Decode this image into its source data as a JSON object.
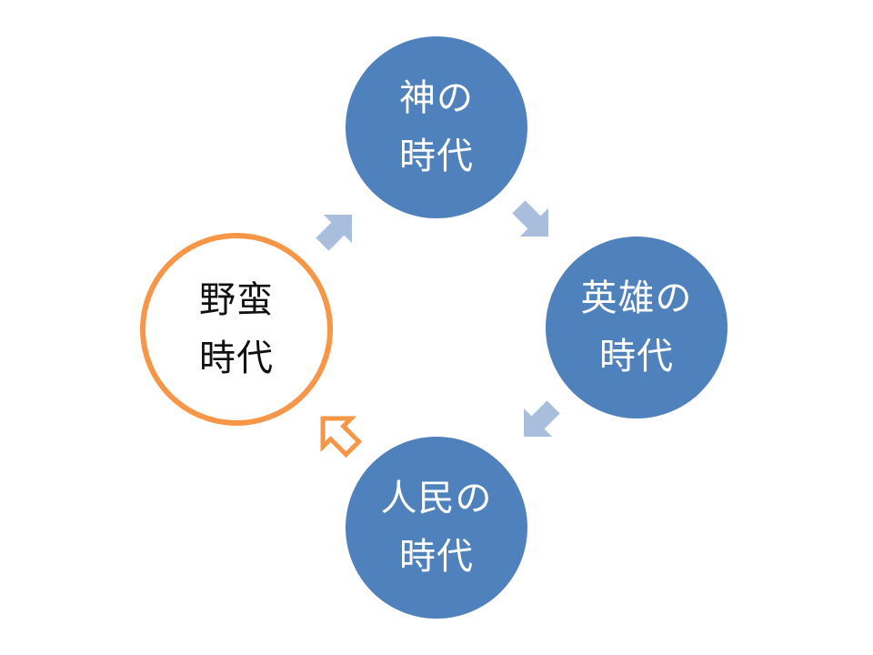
{
  "colors": {
    "node_fill": "#4f81bd",
    "node_text_on_fill": "#ffffff",
    "highlight_outline": "#f79646",
    "highlight_text": "#111111",
    "connector_arrow": "#a9bddc",
    "highlight_arrow": "#f79646"
  },
  "nodes": {
    "gods": {
      "line1": "神の",
      "line2": "時代"
    },
    "heroes": {
      "line1": "英雄の",
      "line2": "時代"
    },
    "people": {
      "line1": "人民の",
      "line2": "時代"
    },
    "barbarism": {
      "line1": "野蛮",
      "line2": "時代"
    }
  },
  "arrows": [
    {
      "from": "barbarism",
      "to": "gods",
      "style": "plain"
    },
    {
      "from": "gods",
      "to": "heroes",
      "style": "plain"
    },
    {
      "from": "heroes",
      "to": "people",
      "style": "plain"
    },
    {
      "from": "people",
      "to": "barbarism",
      "style": "highlighted"
    }
  ]
}
